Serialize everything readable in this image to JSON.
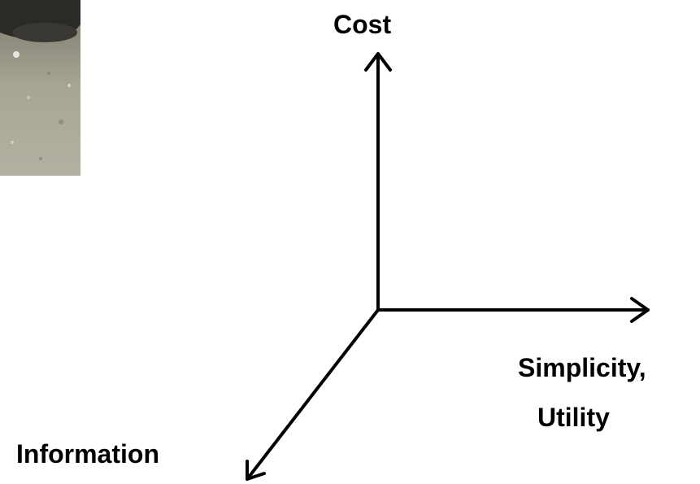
{
  "axes": {
    "vertical": {
      "label": "Cost"
    },
    "horizontal": {
      "label_line1": "Simplicity,",
      "label_line2": "Utility"
    },
    "diagonal": {
      "label": "Information"
    }
  },
  "photo": {
    "description_icon": "rocky-ground-photo"
  },
  "colors": {
    "line": "#000000",
    "text": "#000000",
    "background": "#ffffff"
  }
}
